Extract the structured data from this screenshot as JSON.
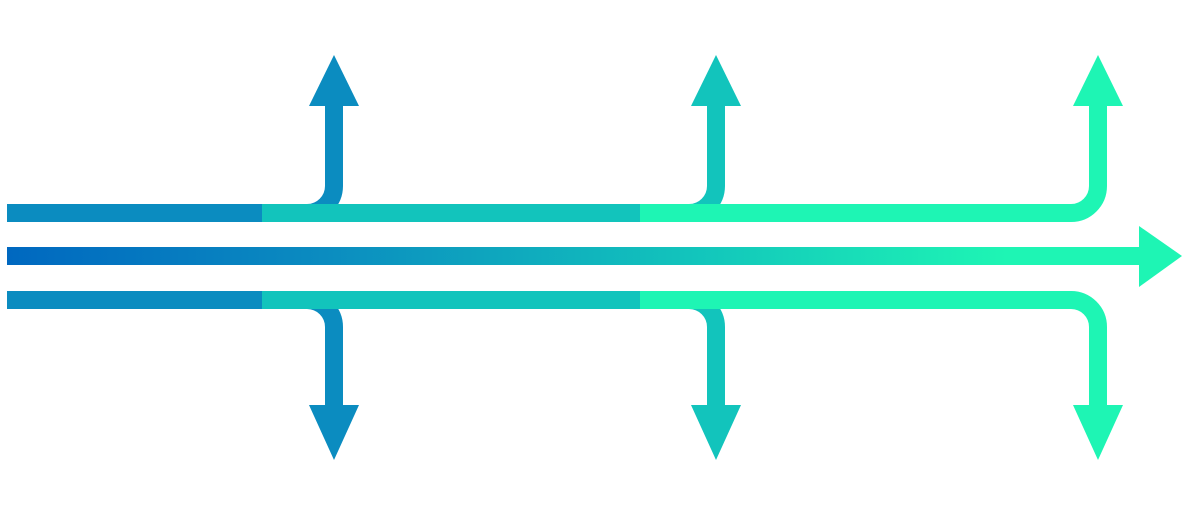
{
  "diagram": {
    "type": "branching-arrows",
    "colors": {
      "start": "#0068c0",
      "mid_blue": "#0b8cc0",
      "mid_teal": "#12c4bc",
      "end": "#1ef5b4",
      "background": "#ffffff"
    },
    "main_arrow": {
      "direction": "right",
      "icon": "arrow-right-icon"
    },
    "branch_count": 3,
    "branches": [
      {
        "index": 1,
        "up_arrow_icon": "arrow-up-icon",
        "down_arrow_icon": "arrow-down-icon",
        "color": "#0b8cc0"
      },
      {
        "index": 2,
        "up_arrow_icon": "arrow-up-icon",
        "down_arrow_icon": "arrow-down-icon",
        "color": "#12c4bc"
      },
      {
        "index": 3,
        "up_arrow_icon": "arrow-up-icon",
        "down_arrow_icon": "arrow-down-icon",
        "color": "#1ef5b4"
      }
    ]
  }
}
